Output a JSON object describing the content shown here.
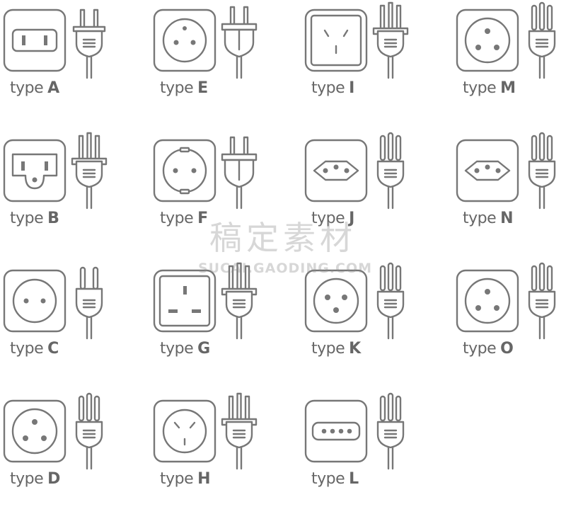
{
  "caption_word": "type",
  "watermark": {
    "cn": "稿定素材",
    "en": "SUCAI.GAODING.COM"
  },
  "cells": [
    {
      "letter": "A",
      "socket": "A",
      "plug": "flat2"
    },
    {
      "letter": "E",
      "socket": "E",
      "plug": "schuko"
    },
    {
      "letter": "I",
      "socket": "I",
      "plug": "flat3"
    },
    {
      "letter": "M",
      "socket": "D",
      "plug": "round3"
    },
    {
      "letter": "B",
      "socket": "B",
      "plug": "flat3b"
    },
    {
      "letter": "F",
      "socket": "F",
      "plug": "schuko"
    },
    {
      "letter": "J",
      "socket": "J",
      "plug": "round3"
    },
    {
      "letter": "N",
      "socket": "J",
      "plug": "round3"
    },
    {
      "letter": "C",
      "socket": "C",
      "plug": "round2"
    },
    {
      "letter": "G",
      "socket": "G",
      "plug": "flat3g"
    },
    {
      "letter": "K",
      "socket": "K",
      "plug": "round3"
    },
    {
      "letter": "O",
      "socket": "D",
      "plug": "round3"
    },
    {
      "letter": "D",
      "socket": "D",
      "plug": "round3"
    },
    {
      "letter": "H",
      "socket": "H",
      "plug": "flat3"
    },
    {
      "letter": "L",
      "socket": "L",
      "plug": "round3"
    }
  ]
}
